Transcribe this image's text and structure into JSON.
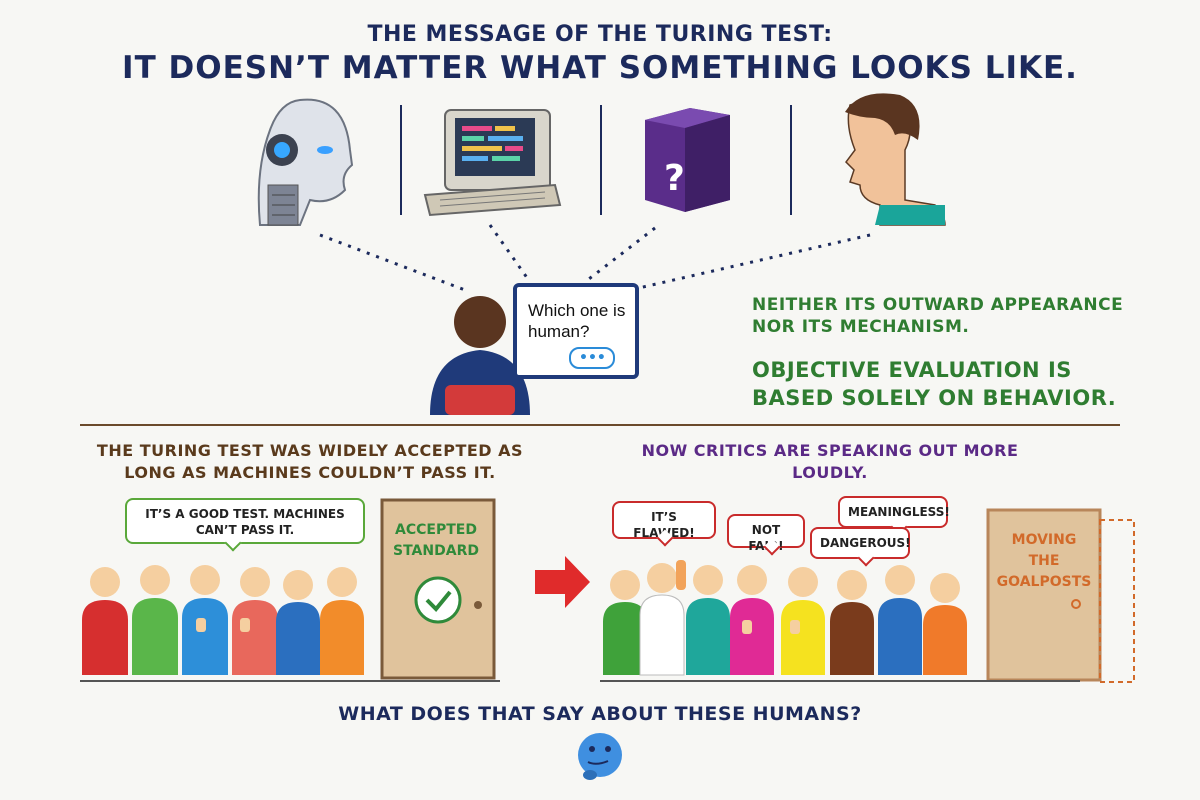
{
  "title": {
    "line1": "THE MESSAGE OF THE TURING TEST:",
    "line2": "IT DOESN’T MATTER WHAT SOMETHING LOOKS LIKE."
  },
  "entities": [
    {
      "name": "robot",
      "icon": "robot-icon"
    },
    {
      "name": "computer",
      "icon": "retro-computer-icon"
    },
    {
      "name": "box",
      "icon": "question-box-icon",
      "glyph": "?"
    },
    {
      "name": "human",
      "icon": "human-face-icon"
    }
  ],
  "screen": {
    "question": "Which one is human?",
    "typing": "•••"
  },
  "right_note": {
    "line1": "NEITHER ITS OUTWARD APPEARANCE NOR ITS MECHANISM.",
    "line2": "OBJECTIVE EVALUATION IS BASED SOLELY ON BEHAVIOR."
  },
  "left_panel": {
    "caption": "THE TURING TEST WAS WIDELY ACCEPTED AS LONG AS MACHINES COULDN’T PASS IT.",
    "speech": "IT’S A GOOD TEST. MACHINES CAN’T PASS IT.",
    "door_label": "ACCEPTED STANDARD"
  },
  "right_panel": {
    "caption": "NOW CRITICS ARE SPEAKING OUT MORE LOUDLY.",
    "speeches": {
      "flawed": "IT’S FLAWED!",
      "not_fair": "NOT FAIR!",
      "meaningless": "MEANINGLESS!",
      "dangerous": "DANGEROUS!"
    },
    "door_label": "MOVING THE GOALPOSTS"
  },
  "bottom_question": "WHAT DOES THAT SAY ABOUT THESE HUMANS?",
  "colors": {
    "navy": "#1c2a5c",
    "green": "#2f7d31",
    "purple": "#5b2a86",
    "red": "#d32f2f",
    "door": "#e0c39c",
    "orange": "#d26a2a"
  }
}
